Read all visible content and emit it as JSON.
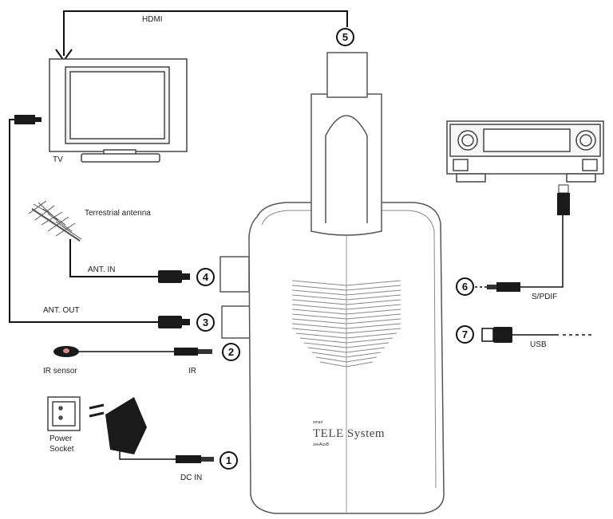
{
  "labels": {
    "hdmi": "HDMI",
    "tv": "TV",
    "terrestrial_antenna": "Terrestrial antenna",
    "ant_in": "ANT. IN",
    "ant_out": "ANT. OUT",
    "ir_sensor": "IR sensor",
    "ir": "IR",
    "power_socket_line1": "Power",
    "power_socket_line2": "Socket",
    "dc_in": "DC IN",
    "spdif": "S/PDIF",
    "usb": "USB"
  },
  "numbers": [
    "1",
    "2",
    "3",
    "4",
    "5",
    "6",
    "7"
  ],
  "brand": {
    "top": "smart",
    "name": "TELE System",
    "sub": "zeeAusB"
  },
  "icons": [
    "tv-icon",
    "antenna-icon",
    "ir-sensor-icon",
    "power-socket-icon",
    "power-adapter-icon",
    "amplifier-icon",
    "receiver-stick-icon",
    "hdmi-plug-icon",
    "usb-plug-icon",
    "spdif-plug-icon"
  ],
  "colors": {
    "line": "#111111",
    "device_outline": "#555555",
    "plug": "#1a1a1a"
  }
}
